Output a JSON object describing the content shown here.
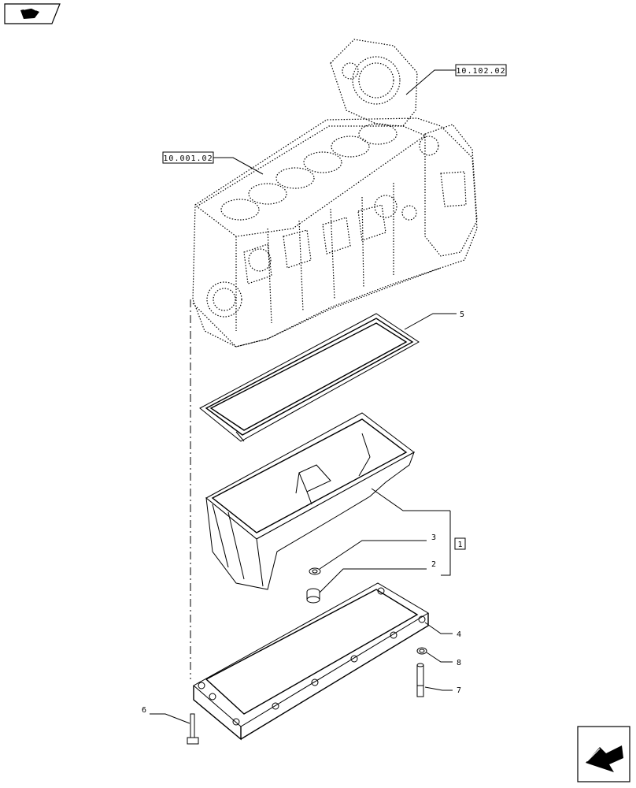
{
  "references": {
    "engine_block": "10.001.02",
    "timing_cover": "10.102.02"
  },
  "callouts": {
    "gasket": "5",
    "oil_pan": "1",
    "washer": "3",
    "plug": "2",
    "pan_frame": "4",
    "seal_ring": "8",
    "stud": "7",
    "bolt": "6"
  },
  "icons": {
    "top_left": "book-navigation-icon",
    "bottom_right": "next-page-arrow-icon"
  }
}
